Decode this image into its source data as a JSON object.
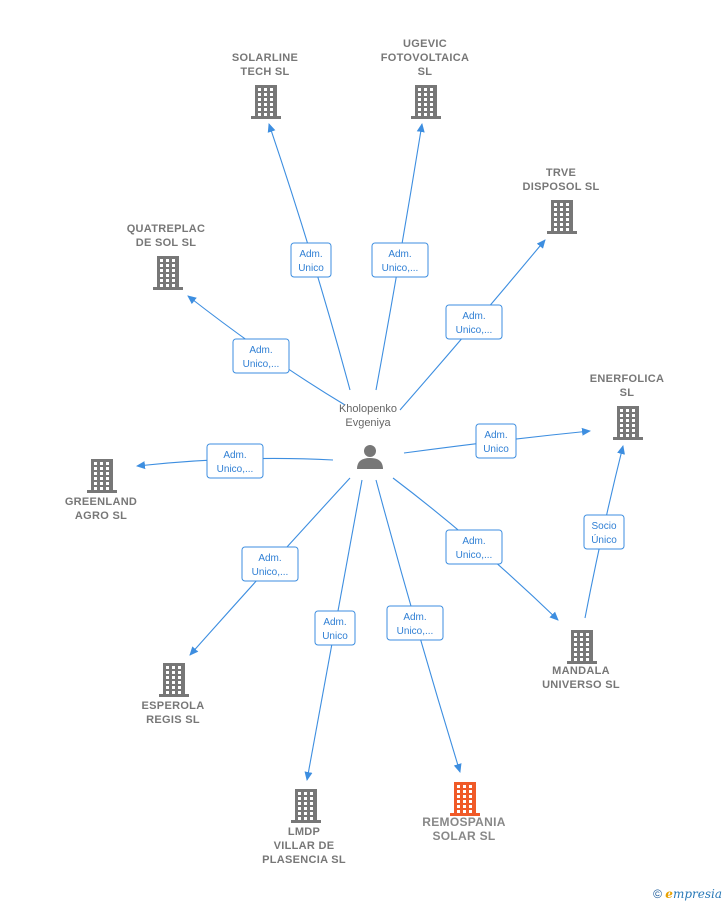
{
  "center": {
    "name_lines": [
      "Kholopenko",
      "Evgeniya"
    ],
    "icon": "person-icon"
  },
  "nodes": [
    {
      "id": "solarline",
      "lines": [
        "SOLARLINE",
        "TECH  SL"
      ],
      "icon": "building-icon",
      "color": "#777777"
    },
    {
      "id": "ugevic",
      "lines": [
        "UGEVIC",
        "FOTOVOLTAICA",
        "SL"
      ],
      "icon": "building-icon",
      "color": "#777777"
    },
    {
      "id": "trve",
      "lines": [
        "TRVE",
        "DISPOSOL  SL"
      ],
      "icon": "building-icon",
      "color": "#777777"
    },
    {
      "id": "quatreplac",
      "lines": [
        "QUATREPLAC",
        "DE SOL  SL"
      ],
      "icon": "building-icon",
      "color": "#777777"
    },
    {
      "id": "enerfolica",
      "lines": [
        "ENERFOLICA",
        "SL"
      ],
      "icon": "building-icon",
      "color": "#777777"
    },
    {
      "id": "greenland",
      "lines": [
        "GREENLAND",
        "AGRO  SL"
      ],
      "icon": "building-icon",
      "color": "#777777"
    },
    {
      "id": "mandala",
      "lines": [
        "MANDALA",
        "UNIVERSO  SL"
      ],
      "icon": "building-icon",
      "color": "#777777"
    },
    {
      "id": "esperola",
      "lines": [
        "ESPEROLA",
        "REGIS  SL"
      ],
      "icon": "building-icon",
      "color": "#777777"
    },
    {
      "id": "lmdp",
      "lines": [
        "LMDP",
        "VILLAR DE",
        "PLASENCIA  SL"
      ],
      "icon": "building-icon",
      "color": "#777777"
    },
    {
      "id": "remospania",
      "lines": [
        "REMOSPANIA",
        "SOLAR  SL"
      ],
      "icon": "building-icon",
      "color": "#f05a28"
    }
  ],
  "edges": [
    {
      "from": "center",
      "to": "solarline",
      "lines": [
        "Adm.",
        "Unico"
      ]
    },
    {
      "from": "center",
      "to": "ugevic",
      "lines": [
        "Adm.",
        "Unico,..."
      ]
    },
    {
      "from": "center",
      "to": "trve",
      "lines": [
        "Adm.",
        "Unico,..."
      ]
    },
    {
      "from": "center",
      "to": "quatreplac",
      "lines": [
        "Adm.",
        "Unico,..."
      ]
    },
    {
      "from": "center",
      "to": "enerfolica",
      "lines": [
        "Adm.",
        "Unico"
      ]
    },
    {
      "from": "center",
      "to": "greenland",
      "lines": [
        "Adm.",
        "Unico,..."
      ]
    },
    {
      "from": "center",
      "to": "mandala",
      "lines": [
        "Adm.",
        "Unico,..."
      ]
    },
    {
      "from": "center",
      "to": "esperola",
      "lines": [
        "Adm.",
        "Unico,..."
      ]
    },
    {
      "from": "center",
      "to": "lmdp",
      "lines": [
        "Adm.",
        "Unico"
      ]
    },
    {
      "from": "center",
      "to": "remospania",
      "lines": [
        "Adm.",
        "Unico,..."
      ]
    },
    {
      "from": "mandala",
      "to": "enerfolica",
      "lines": [
        "Socio",
        "Único"
      ]
    }
  ],
  "footer": {
    "copyright_symbol": "©",
    "brand_initial": "e",
    "brand_rest": "mpresia"
  },
  "colors": {
    "edge": "#3d8ee0",
    "building": "#777777",
    "highlight": "#f05a28"
  }
}
